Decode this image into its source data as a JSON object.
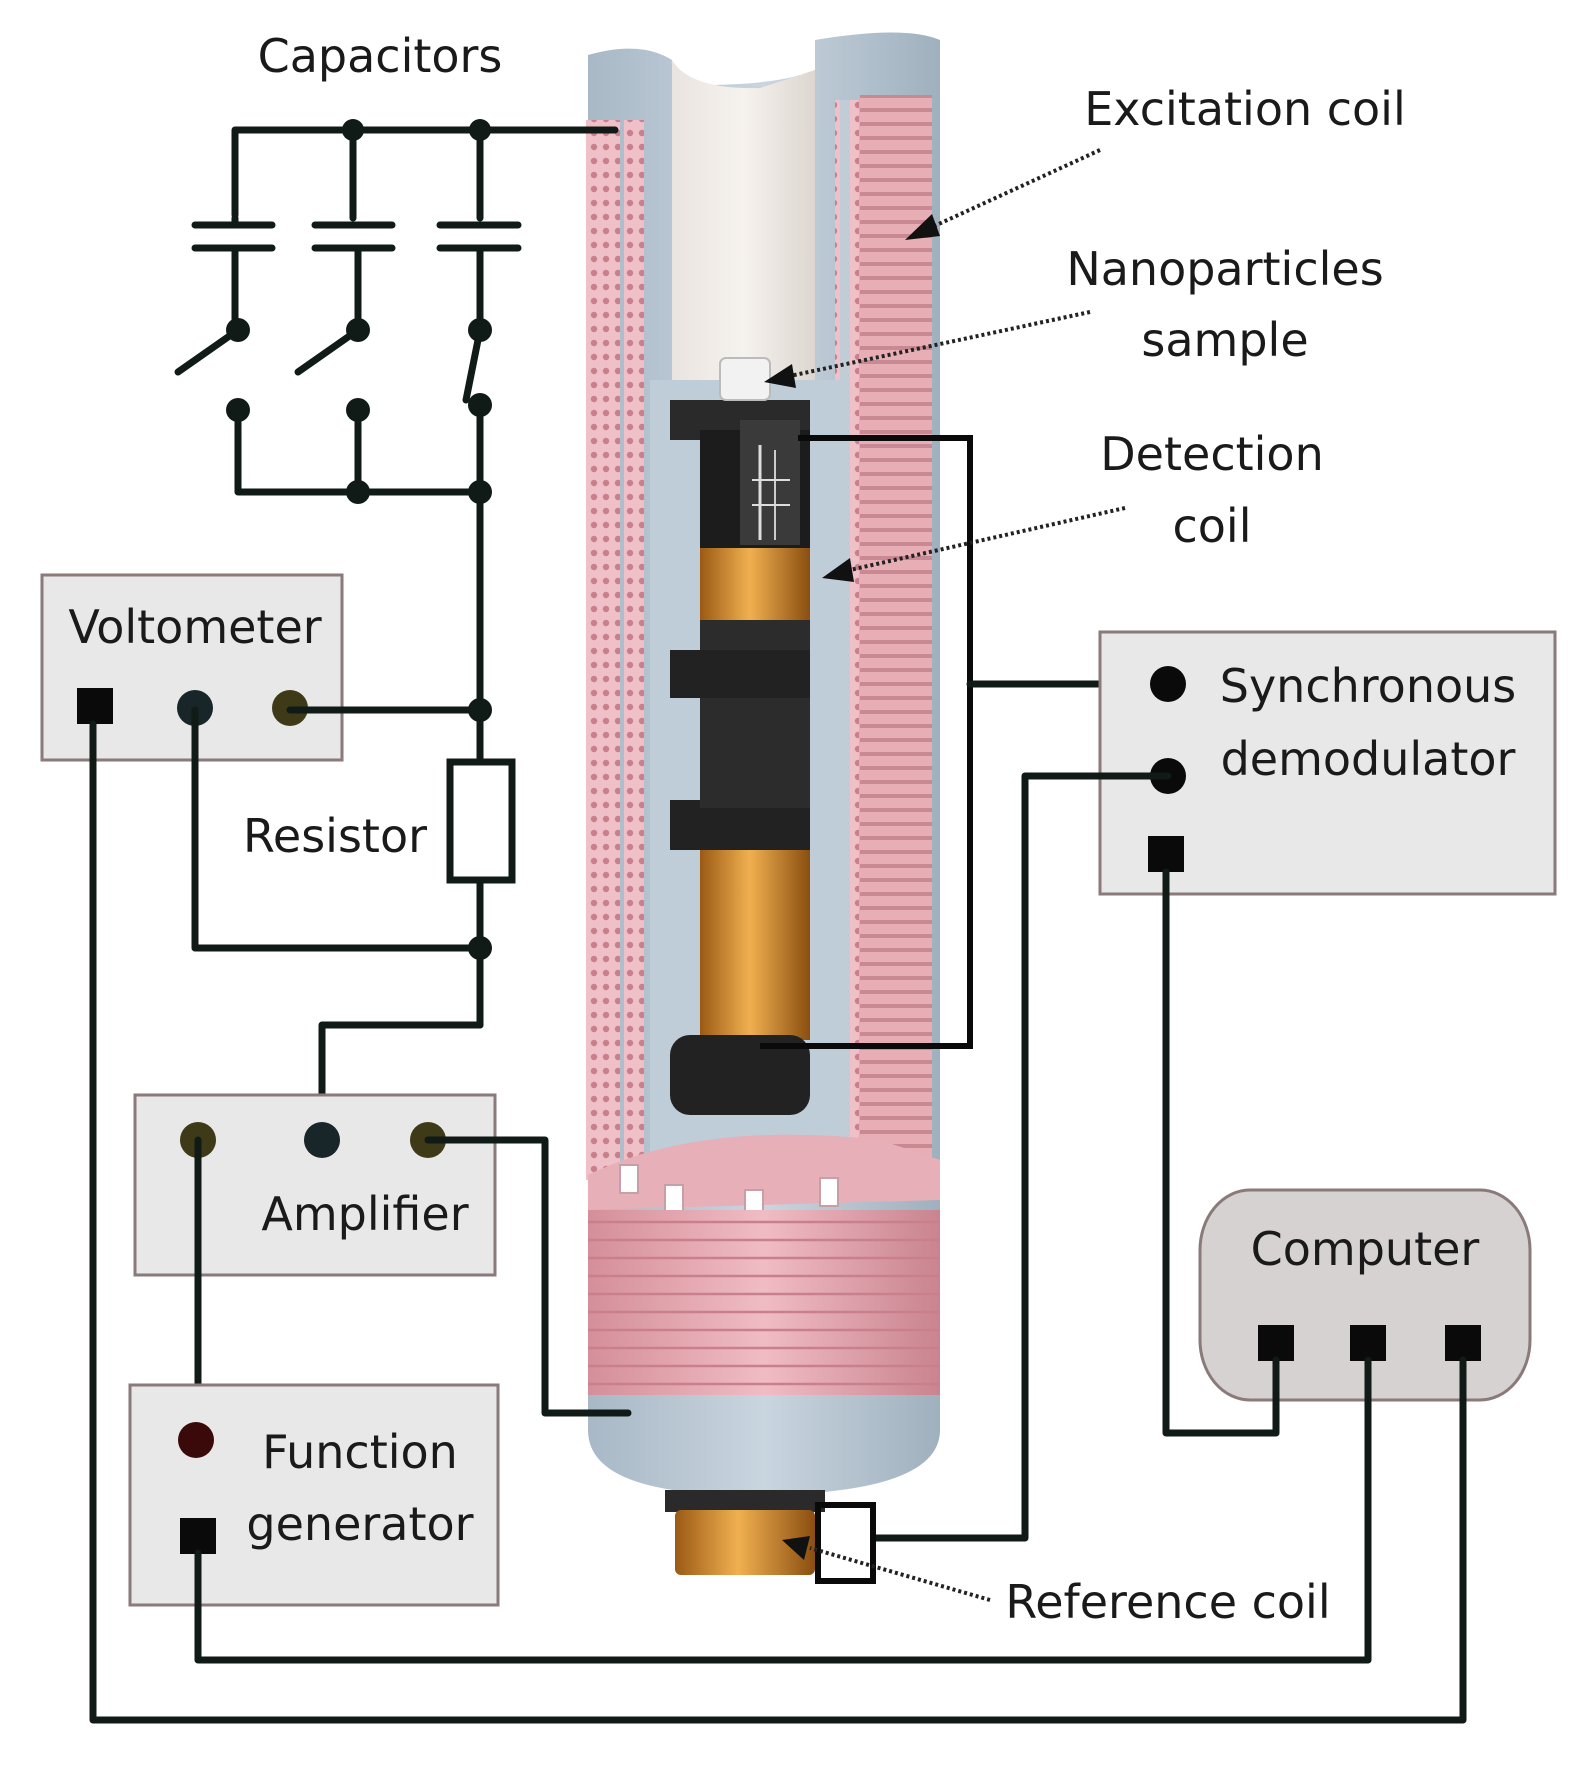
{
  "labels": {
    "capacitors": "Capacitors",
    "excitation_coil": "Excitation coil",
    "nanoparticles_line1": "Nanoparticles",
    "nanoparticles_line2": "sample",
    "detection_line1": "Detection",
    "detection_line2": "coil",
    "voltometer": "Voltometer",
    "resistor": "Resistor",
    "sync_line1": "Synchronous",
    "sync_line2": "demodulator",
    "amplifier": "Amplifier",
    "computer": "Computer",
    "function_line1": "Function",
    "function_line2": "generator",
    "reference_coil": "Reference coil"
  },
  "colors": {
    "wire": "#101a16",
    "box_fill": "#e8e8e8",
    "coil_pink": "#e4a8b0",
    "tube_blue": "#b4c4d0",
    "copper": "#d08a2c",
    "black_part": "#2a2a2a"
  }
}
